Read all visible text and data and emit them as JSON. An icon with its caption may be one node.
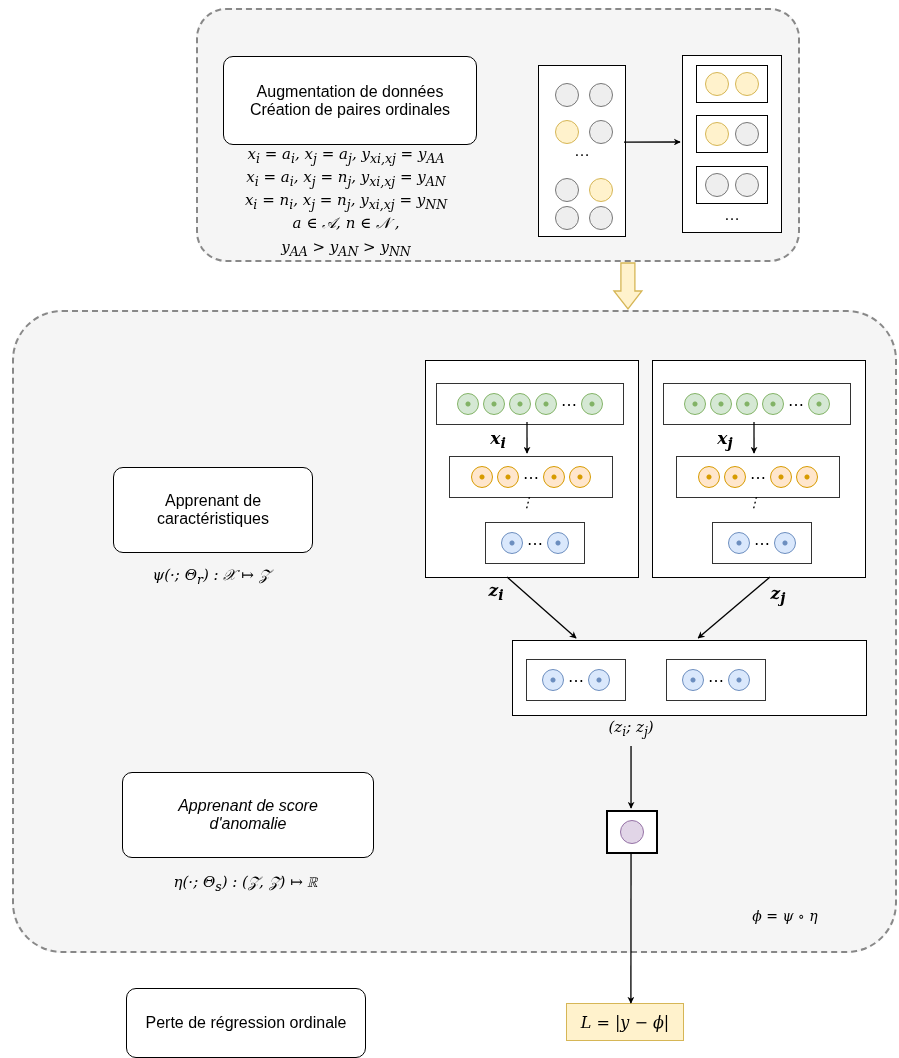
{
  "diagram": {
    "nodes": [
      {
        "text": [],
        "shape": "box"
      },
      {
        "text": [
          "Augmentation de données",
          "Création de paires ordinales"
        ],
        "in": 0,
        "beside": [
          "x$_{i}$ = a$_{i}$, x$_{j}$ = a$_{j}$, y$_{xi,xj}$ = y$_{AA}$",
          "x$_{i}$ = a$_{i}$, x$_{j}$ = n$_{j}$, y$_{xi,xj}$ = y$_{AN}$",
          "x$_{i}$ = n$_{i}$, x$_{j}$ = n$_{j}$, y$_{xi,xj}$ = y$_{NN}$",
          "a ∈ 𝒜, n ∈ 𝒩 ,",
          "y$_{AA}$ > y$_{AN}$ > y$_{NN}$"
        ]
      },
      {
        "text": [
          "…"
        ],
        "in": 0
      },
      {
        "text": [
          "…"
        ],
        "in": 0
      },
      {
        "text": [],
        "shape": "box"
      },
      {
        "text": [
          "Apprenant de caractéristiques"
        ],
        "in": 4,
        "beside": [
          "ψ(·; Θ$_{r}$) : 𝒳 ↦ 𝒵"
        ]
      },
      {
        "text": [
          "Apprenant de score d'anomalie"
        ],
        "in": 4,
        "beside": [
          "η(·; Θ$_{s}$) : (𝒵, 𝒵) ↦ ℝ"
        ]
      },
      {
        "text": [],
        "shape": "box",
        "in": 4
      },
      {
        "text": [
          "⋯"
        ],
        "in": 7
      },
      {
        "text": [
          "⋯"
        ],
        "in": 7
      },
      {
        "text": [
          "⋯"
        ],
        "in": 7
      },
      {
        "text": [],
        "shape": "box",
        "in": 4
      },
      {
        "text": [
          "⋯"
        ],
        "in": 11
      },
      {
        "text": [
          "⋯"
        ],
        "in": 11
      },
      {
        "text": [
          "⋯"
        ],
        "in": 11
      },
      {
        "text": [],
        "shape": "box",
        "in": 4,
        "beside": [
          "(z$_{i}$; z$_{j}$)"
        ]
      },
      {
        "text": [
          "⋯"
        ],
        "in": 15
      },
      {
        "text": [
          "⋯"
        ],
        "in": 15
      },
      {
        "text": [],
        "shape": "box",
        "in": 4
      },
      {
        "text": [
          "L = |y − ϕ|"
        ]
      },
      {
        "text": [
          "Perte de régression ordinale"
        ]
      }
    ],
    "edges": [
      {
        "from": 2,
        "to": 3,
        "arrow": "to"
      },
      {
        "from": 0,
        "to": 4,
        "arrow": "to",
        "style": "thick",
        "color": "#d6b656"
      },
      {
        "from": 8,
        "to": 9,
        "arrow": "to",
        "label": "x$_{i}$"
      },
      {
        "from": 12,
        "to": 13,
        "arrow": "to",
        "label": "x$_{j}$"
      },
      {
        "from": 7,
        "to": 15,
        "arrow": "to",
        "label": "z$_{i}$"
      },
      {
        "from": 11,
        "to": 15,
        "arrow": "to",
        "label": "z$_{j}$"
      },
      {
        "from": 15,
        "to": 18,
        "arrow": "to"
      },
      {
        "from": 18,
        "to": 19,
        "arrow": "to"
      }
    ],
    "labels": [
      "⋮",
      "⋮",
      "ϕ = ψ ∘ η"
    ]
  }
}
